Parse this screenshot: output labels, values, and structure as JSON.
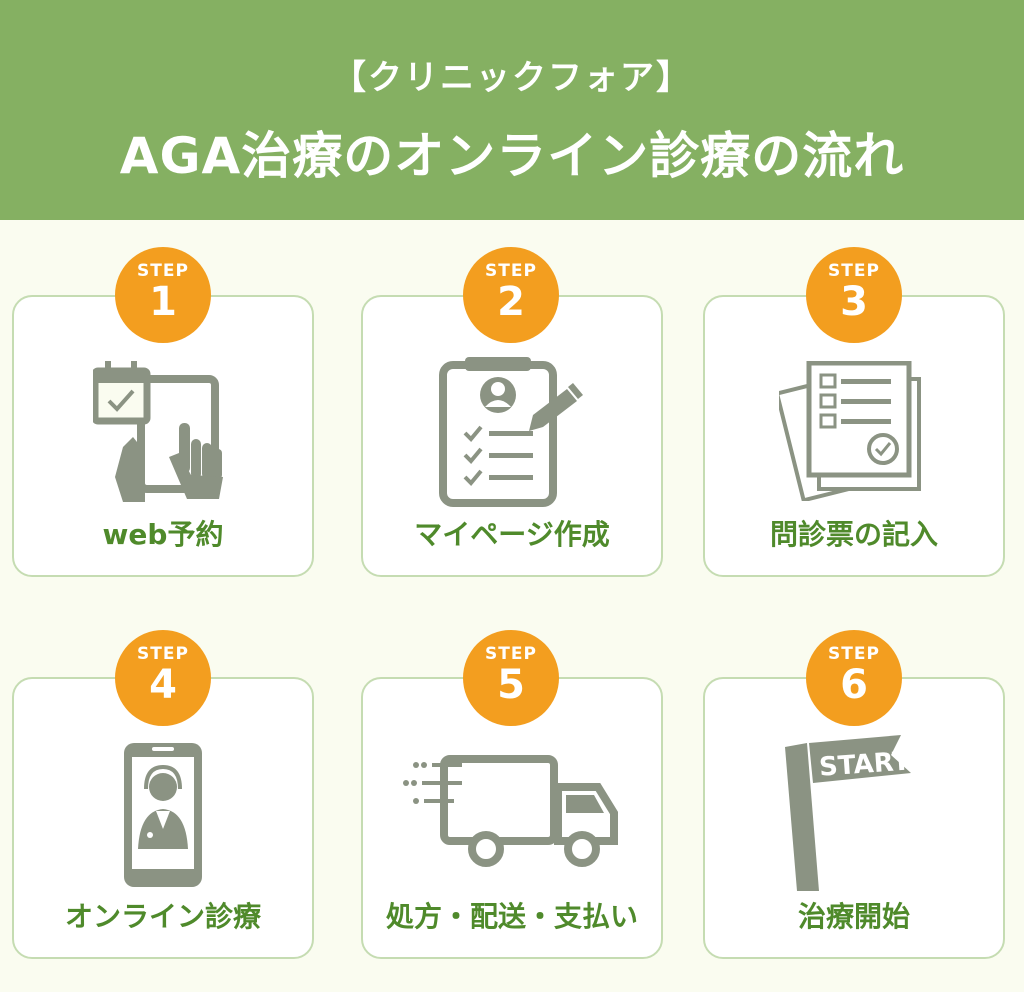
{
  "header": {
    "subtitle": "【クリニックフォア】",
    "title": "AGA治療のオンライン診療の流れ"
  },
  "step_word": "STEP",
  "steps": [
    {
      "number": "1",
      "label": "web予約",
      "icon": "tablet-calendar-icon"
    },
    {
      "number": "2",
      "label": "マイページ作成",
      "icon": "clipboard-profile-icon"
    },
    {
      "number": "3",
      "label": "問診票の記入",
      "icon": "questionnaire-icon"
    },
    {
      "number": "4",
      "label": "オンライン診療",
      "icon": "smartphone-doctor-icon"
    },
    {
      "number": "5",
      "label": "処方・配送・支払い",
      "icon": "delivery-truck-icon"
    },
    {
      "number": "6",
      "label": "治療開始",
      "icon": "start-flag-icon"
    }
  ],
  "flag_text": "START",
  "colors": {
    "header_bg": "#85b062",
    "badge": "#f39e1f",
    "label_text": "#4f8a2b",
    "icon": "#8b9383",
    "card_border": "#c5dcb2"
  }
}
